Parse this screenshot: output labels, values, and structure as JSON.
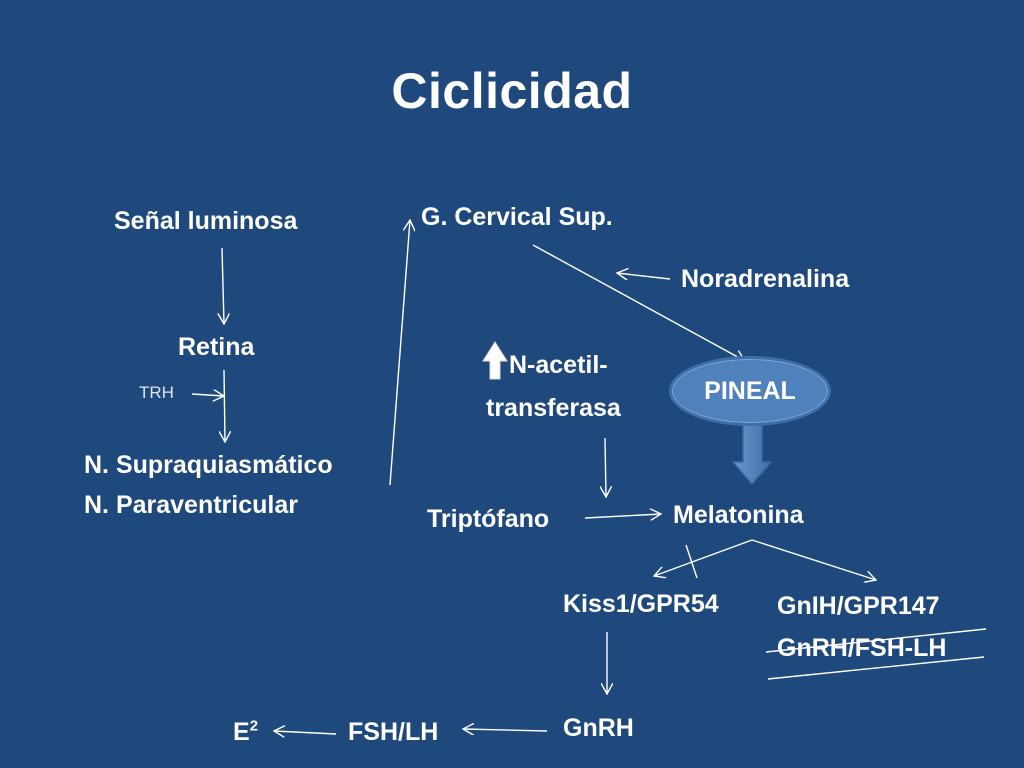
{
  "title": "Ciclicidad",
  "nodes": {
    "senal": "Señal luminosa",
    "retina": "Retina",
    "trh": "TRH",
    "nsupra": "N. Supraquiasmático",
    "npara": "N. Paraventricular",
    "gcervical": "G. Cervical Sup.",
    "noradrenalina": "Noradrenalina",
    "nacetil_1": "N-acetil-",
    "nacetil_2": "transferasa",
    "pineal": "PINEAL",
    "triptofano": "Triptófano",
    "melatonina": "Melatonina",
    "kiss": "Kiss1/GPR54",
    "gnih": "GnIH/GPR147",
    "gnrh_fsh": "GnRH/FSH-LH",
    "gnrh": "GnRH",
    "fshlh": "FSH/LH",
    "e": "E",
    "e_sup": "2"
  },
  "colors": {
    "background": "#1f497d",
    "text": "#ffffff",
    "pineal_fill": "#4f81bd",
    "arrow_fill": "#4f81bd"
  }
}
